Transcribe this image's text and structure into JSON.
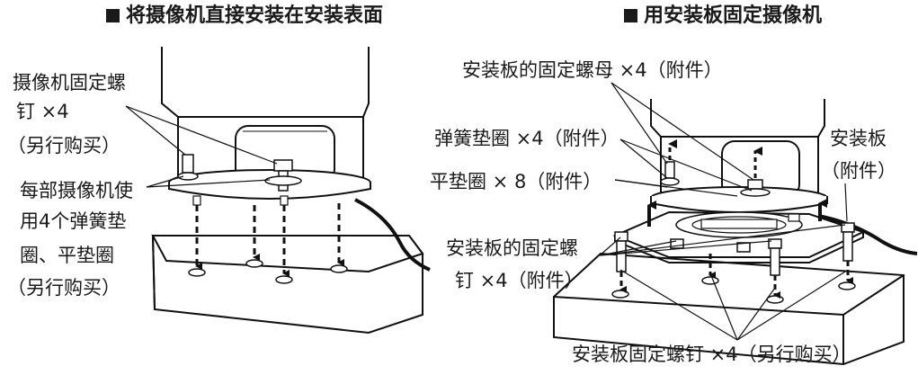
{
  "left_panel": {
    "title": "将摄像机直接安装在安装表面",
    "label_screw_line1": "摄像机固定螺",
    "label_screw_line2": "钉 ×4",
    "label_screw_line3": "（另行购买）",
    "label_washer_line1": "每部摄像机使",
    "label_washer_line2": "用4个弹簧垫",
    "label_washer_line3": "圈、平垫圈",
    "label_washer_line4": "（另行购买）"
  },
  "right_panel": {
    "title": "用安装板固定摄像机",
    "label_nut": "安装板的固定螺母 ×4（附件）",
    "label_spring_washer": "弹簧垫圈 ×4（附件）",
    "label_flat_washer": "平垫圈 × 8（附件）",
    "label_plate_line1": "安装板",
    "label_plate_line2": "（附件）",
    "label_plate_screw_line1": "安装板的固定螺",
    "label_plate_screw_line2": "钉 ×4（附件）",
    "label_mount_screw": "安装板固定螺钉 ×4（另行购买）"
  }
}
